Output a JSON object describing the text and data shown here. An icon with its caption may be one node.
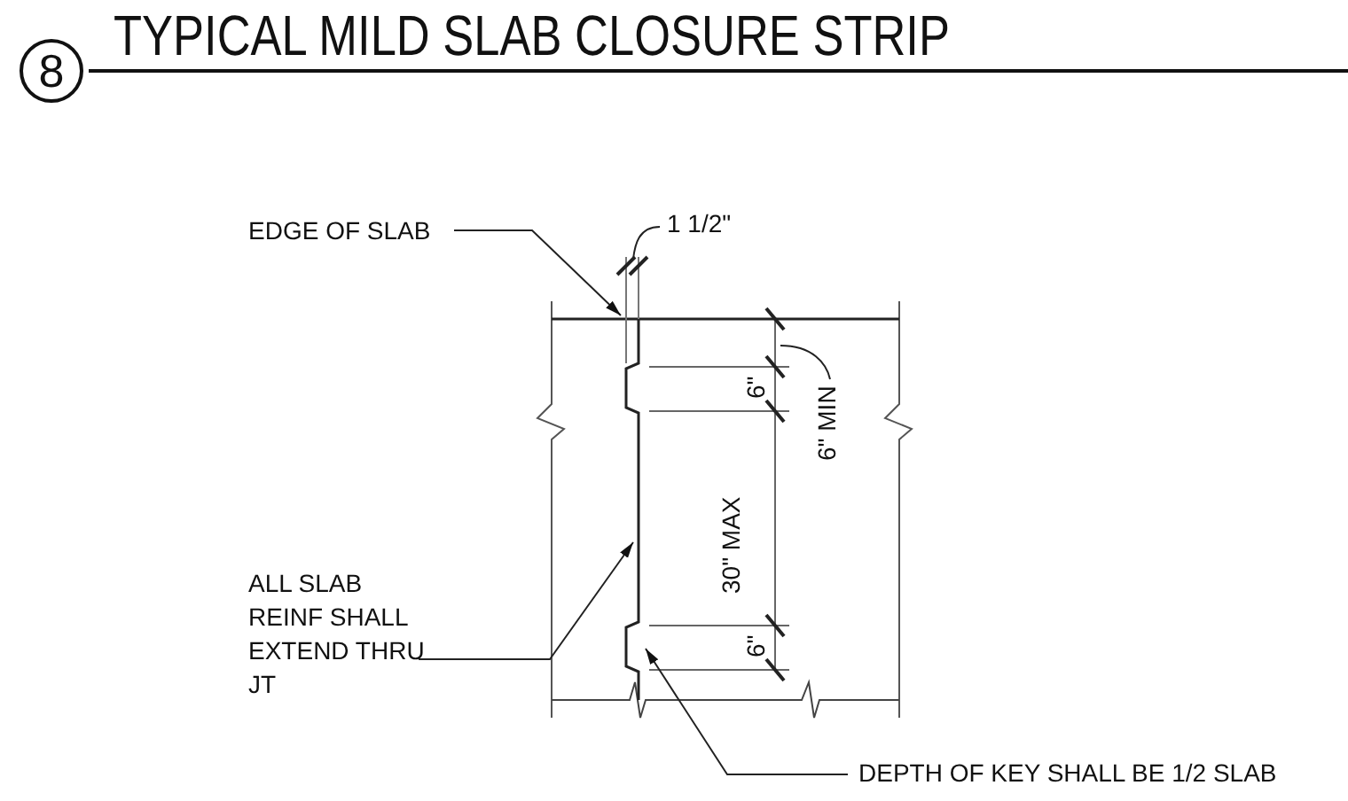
{
  "diagram": {
    "title": "TYPICAL MILD SLAB CLOSURE STRIP",
    "nodes": [
      {
        "text": [
          "8"
        ]
      },
      {
        "text": [
          "EDGE OF SLAB"
        ]
      },
      {
        "text": [
          "ALL SLAB REINF SHALL EXTEND THRU JT"
        ]
      },
      {
        "text": [
          "DEPTH OF KEY SHALL BE 1/2 SLAB"
        ]
      }
    ],
    "edges": [
      {
        "from": 1,
        "to": null,
        "arrow": "to"
      },
      {
        "from": 2,
        "to": null,
        "arrow": "to"
      },
      {
        "from": 3,
        "to": null,
        "arrow": "to"
      }
    ],
    "labels": [
      "1 1/2\"",
      "6\" MIN",
      "6\"",
      "30\" MAX",
      "6\""
    ]
  }
}
